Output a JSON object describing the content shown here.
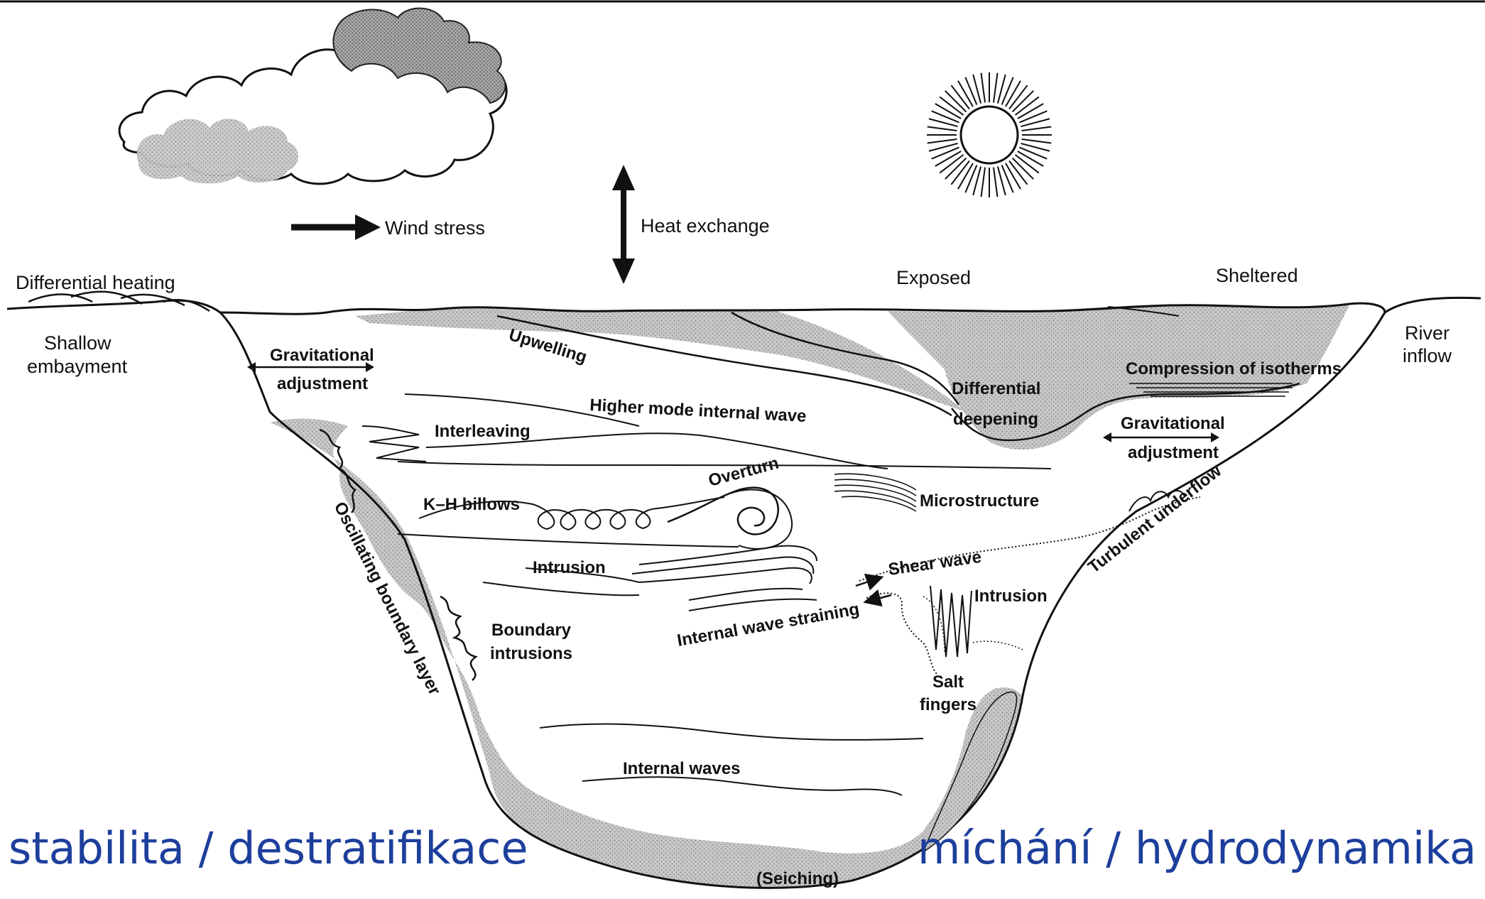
{
  "diagram": {
    "labels": {
      "wind_stress": "Wind stress",
      "heat_exchange": "Heat exchange",
      "differential_heating": "Differential heating",
      "shallow_embayment_1": "Shallow",
      "shallow_embayment_2": "embayment",
      "exposed": "Exposed",
      "sheltered": "Sheltered",
      "river_inflow_1": "River",
      "river_inflow_2": "inflow",
      "upwelling": "Upwelling",
      "grav_adj_left_1": "Gravitational",
      "grav_adj_left_2": "adjustment",
      "compression_of_isotherms": "Compression of isotherms",
      "differential_deepening_1": "Differential",
      "differential_deepening_2": "deepening",
      "higher_mode_internal_wave": "Higher mode internal wave",
      "interleaving": "Interleaving",
      "grav_adj_right_1": "Gravitational",
      "grav_adj_right_2": "adjustment",
      "overturn": "Overturn",
      "kh_billows": "K–H billows",
      "microstructure": "Microstructure",
      "turbulent_underflow": "Turbulent underflow",
      "oscillating_boundary_layer": "Oscillating boundary layer",
      "intrusion_left": "Intrusion",
      "shear_wave": "Shear wave",
      "intrusion_right": "Intrusion",
      "internal_wave_straining": "Internal wave straining",
      "boundary_intrusions_1": "Boundary",
      "boundary_intrusions_2": "intrusions",
      "salt_fingers_1": "Salt",
      "salt_fingers_2": "fingers",
      "internal_waves": "Internal waves",
      "seiching": "(Seiching)"
    },
    "icons": [
      "cloud-icon",
      "sun-icon",
      "wind-arrow-icon",
      "heat-exchange-arrow-icon"
    ]
  },
  "captions": {
    "left": "stabilita / destratifikace",
    "right": "míchání / hydrodynamika"
  },
  "colors": {
    "caption": "#1d3f9c",
    "shade": "#c2c2c2",
    "ink": "#111111"
  }
}
